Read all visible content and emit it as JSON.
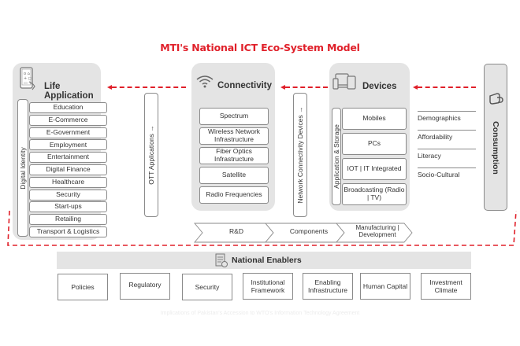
{
  "title": "MTI's National ICT Eco-System Model",
  "life_application": {
    "heading": "Life Application",
    "icon": "smartphone-apps-icon",
    "side_label": "Digital Identity",
    "items": [
      "Education",
      "E-Commerce",
      "E-Government",
      "Employment",
      "Entertainment",
      "Digital Finance",
      "Healthcare",
      "Security",
      "Start-ups",
      "Retailing",
      "Transport & Logistics"
    ]
  },
  "ott_label": "OTT Applications →",
  "connectivity": {
    "heading": "Connectivity",
    "icon": "wifi-icon",
    "items": [
      "Spectrum",
      "Wireless Network Infrastructure",
      "Fiber Optics Infrastructure",
      "Satellite",
      "Radio Frequencies"
    ]
  },
  "network_label": "Network Connectivity Devices →",
  "devices": {
    "heading": "Devices",
    "icon": "devices-icon",
    "side_label": "Application & Storage",
    "items": [
      "Mobiles",
      "PCs",
      "IOT | IT Integrated",
      "Broadcasting (Radio | TV)"
    ]
  },
  "consumption": {
    "label": "Consumption",
    "icon": "hand-device-icon",
    "factors": [
      "Demographics",
      "Affordability",
      "Literacy",
      "Socio-Cultural"
    ]
  },
  "value_chain": [
    "R&D",
    "Components",
    "Manufacturing | Development"
  ],
  "national_enablers": {
    "heading": "National Enablers",
    "icon": "document-gear-icon",
    "items": [
      "Policies",
      "Regulatory",
      "Security",
      "Institutional Framework",
      "Enabling Infrastructure",
      "Human  Capital",
      "Investment Climate"
    ]
  },
  "footer": "Implications  of Pakistan's  Accession  to WTO's Information  Technology Agreement",
  "colors": {
    "accent": "#e0202a",
    "panel": "#e4e4e4",
    "border": "#8a8a8a"
  }
}
